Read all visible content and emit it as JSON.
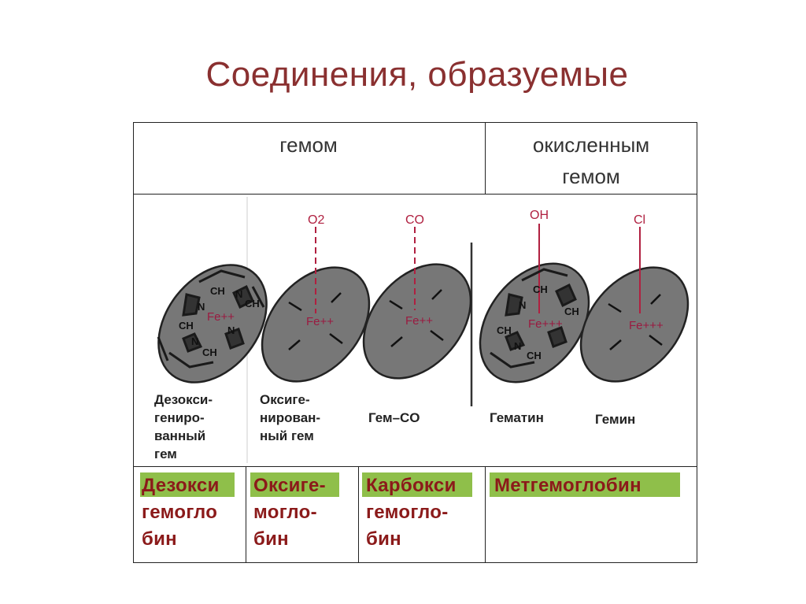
{
  "title": "Соединения, образуемые",
  "headers": {
    "heme": "гемом",
    "oxidized_line1": "окисленным",
    "oxidized_line2": "гемом"
  },
  "molecules": [
    {
      "caption": [
        "Дезокси-",
        "гениро-",
        "ванный",
        "гем"
      ],
      "label": "Fe++",
      "ligand": ""
    },
    {
      "caption": [
        "Оксиге-",
        "нирован-",
        "ный гем"
      ],
      "label": "Fe++",
      "ligand": "O2"
    },
    {
      "caption": [
        "Гем–CO"
      ],
      "label": "Fe++",
      "ligand": "CO"
    },
    {
      "caption": [
        "Гематин"
      ],
      "label": "Fe+++",
      "ligand": "OH"
    },
    {
      "caption": [
        "Гемин"
      ],
      "label": "Fe+++",
      "ligand": "Cl"
    }
  ],
  "ring_labels": {
    "ch": "CH",
    "n": "N"
  },
  "compounds": [
    {
      "lines": [
        "Дезокси",
        "гемогло",
        "бин"
      ]
    },
    {
      "lines": [
        "Оксиге-",
        "могло-",
        "бин"
      ]
    },
    {
      "lines": [
        "Карбокси",
        "гемогло-",
        "бин"
      ]
    },
    {
      "lines": [
        "Метгемоглобин"
      ]
    }
  ],
  "colors": {
    "title": "#8a3030",
    "ligand_line": "#b02040",
    "highlight": "#8fbf4a",
    "compound_text": "#8b1a1a",
    "disc": "#777777"
  }
}
